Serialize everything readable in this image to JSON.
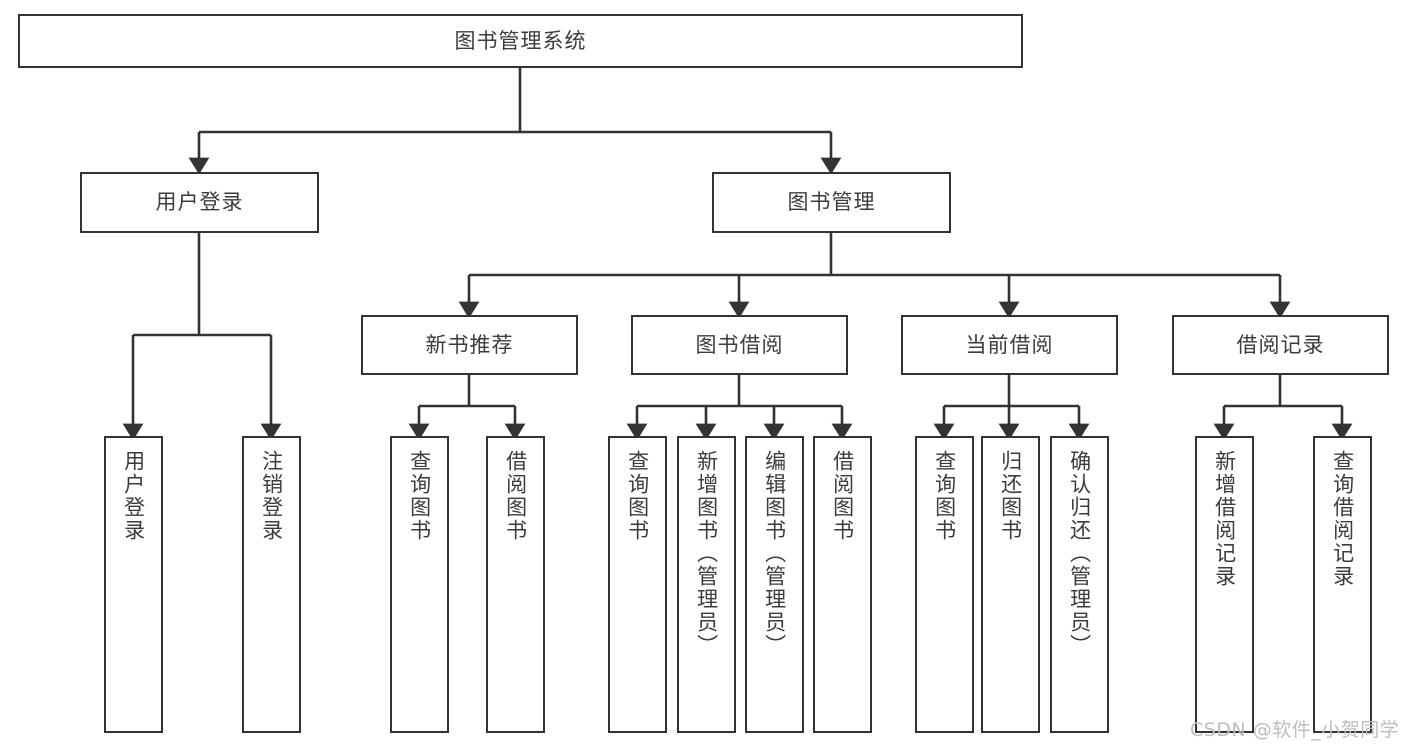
{
  "diagram": {
    "title": "图书管理系统",
    "type": "tree-hierarchy",
    "root": {
      "label": "图书管理系统"
    },
    "level1": [
      {
        "label": "用户登录"
      },
      {
        "label": "图书管理"
      }
    ],
    "level2": [
      {
        "label": "新书推荐"
      },
      {
        "label": "图书借阅"
      },
      {
        "label": "当前借阅"
      },
      {
        "label": "借阅记录"
      }
    ],
    "leaves": {
      "user_login": [
        {
          "label": "用户登录"
        },
        {
          "label": "注销登录"
        }
      ],
      "new_book_recommend": [
        {
          "label": "查询图书"
        },
        {
          "label": "借阅图书"
        }
      ],
      "book_borrow": [
        {
          "label": "查询图书"
        },
        {
          "label": "新增图书（管理员）"
        },
        {
          "label": "编辑图书（管理员）"
        },
        {
          "label": "借阅图书"
        }
      ],
      "current_borrow": [
        {
          "label": "查询图书"
        },
        {
          "label": "归还图书"
        },
        {
          "label": "确认归还（管理员）"
        }
      ],
      "borrow_record": [
        {
          "label": "新增借阅记录"
        },
        {
          "label": "查询借阅记录"
        }
      ]
    }
  },
  "watermark": {
    "text": "CSDN @软件_小贺同学"
  },
  "colors": {
    "stroke": "#333333",
    "text": "#3c3c3c",
    "background": "#ffffff",
    "watermark": "#bdbdbd"
  }
}
